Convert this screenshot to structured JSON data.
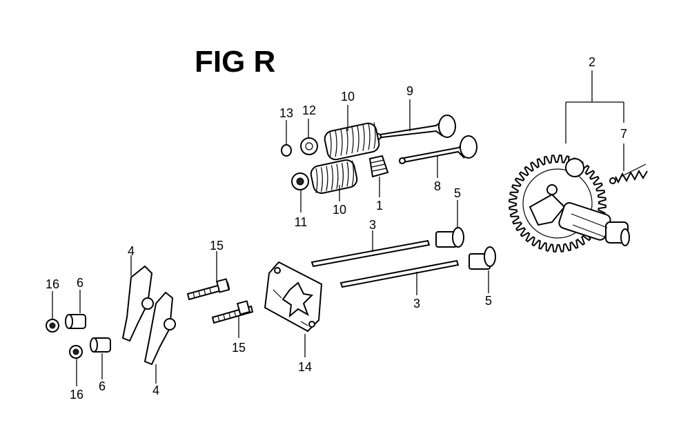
{
  "figure_title": "FIG R",
  "callouts": {
    "c1": "1",
    "c2": "2",
    "c3a": "3",
    "c3b": "3",
    "c4a": "4",
    "c4b": "4",
    "c5a": "5",
    "c5b": "5",
    "c6a": "6",
    "c6b": "6",
    "c7": "7",
    "c8": "8",
    "c9": "9",
    "c10a": "10",
    "c10b": "10",
    "c11": "11",
    "c12": "12",
    "c13": "13",
    "c14": "14",
    "c15a": "15",
    "c15b": "15",
    "c16a": "16",
    "c16b": "16"
  }
}
